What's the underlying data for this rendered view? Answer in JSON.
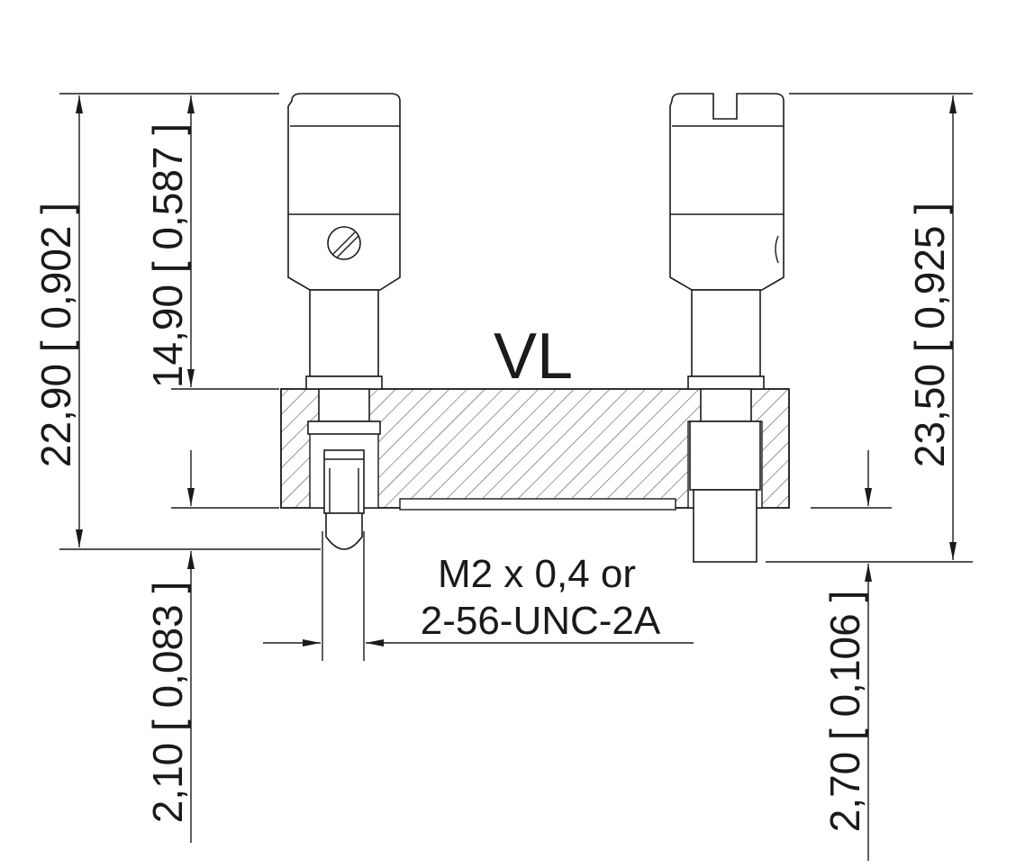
{
  "title": "VL",
  "thread_label": {
    "line1": "M2 x 0,4 or",
    "line2": "2-56-UNC-2A"
  },
  "dimensions": {
    "total_height_left": "22,90 [ 0,902 ]",
    "probe_height_left": "14,90 [ 0,587 ]",
    "tip_depth_left": "2,10 [ 0,083 ]",
    "total_height_right": "23,50 [ 0,925 ]",
    "tip_depth_right": "2,70 [ 0,106 ]"
  },
  "colors": {
    "line": "#1a1a1a",
    "hatch": "#555555",
    "background": "#ffffff"
  }
}
